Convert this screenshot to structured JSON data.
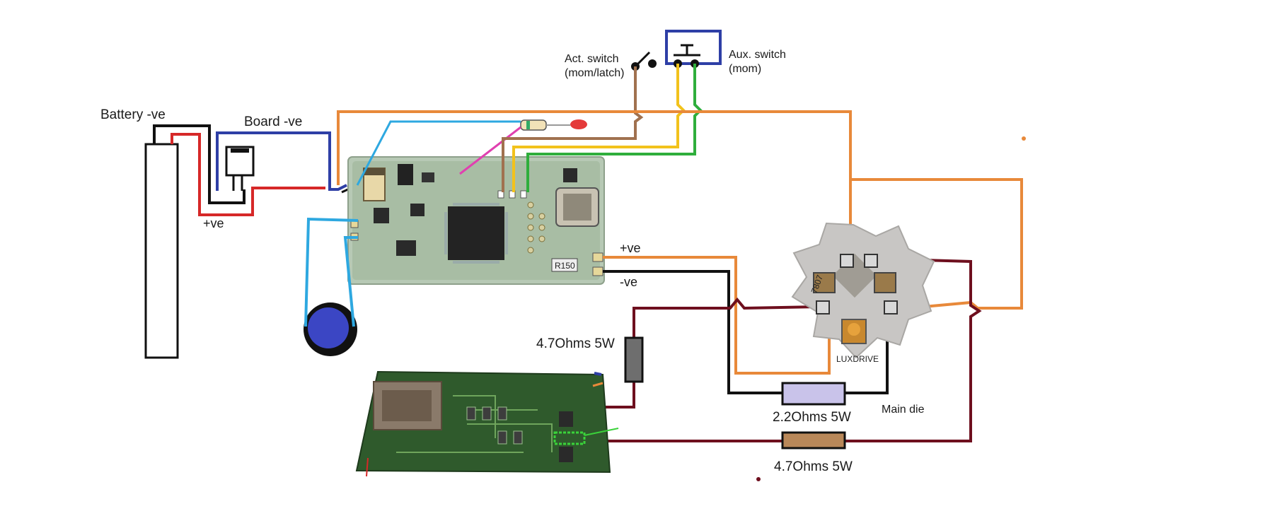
{
  "labels": {
    "battery_neg": "Battery -ve",
    "board_neg": "Board -ve",
    "battery_pos": "+ve",
    "act_switch_line1": "Act. switch",
    "act_switch_line2": "(mom/latch)",
    "aux_switch_line1": "Aux. switch",
    "aux_switch_line2": "(mom)",
    "driver_pos": "+ve",
    "driver_neg": "-ve",
    "resistor_1": "4.7Ohms 5W",
    "resistor_2": "2.2Ohms 5W",
    "resistor_3": "4.7Ohms 5W",
    "main_die": "Main die",
    "led_brand": "LUXDRIVE",
    "driver_inductor_mark": "R150",
    "led_star_mark": "7807"
  },
  "wire_colors": {
    "negative": "#111111",
    "positive": "#d62828",
    "board_negative": "#2e3fa6",
    "led_positive": "#e8893a",
    "act_switch": "#a0714f",
    "aux_switch_a": "#f2c21c",
    "aux_switch_b": "#2fae3c",
    "indicator": "#e040b0",
    "buzzer": "#2ea8e0",
    "resistor_path": "#6e0f1e"
  }
}
